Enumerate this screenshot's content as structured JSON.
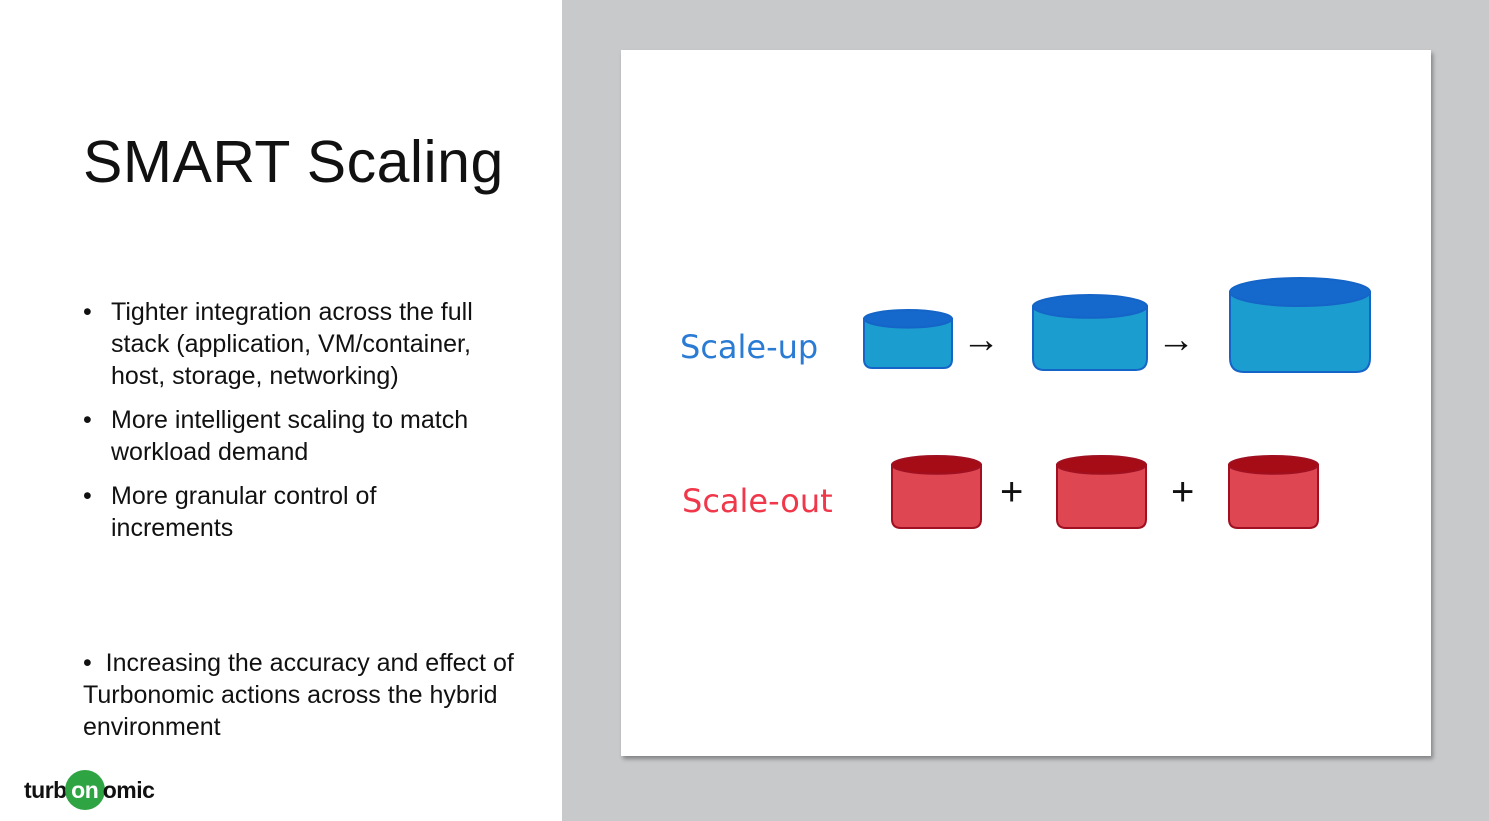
{
  "slide": {
    "title": "SMART Scaling",
    "bullets": [
      "Tighter integration across the full stack (application, VM/container, host, storage, networking)",
      "More intelligent scaling to match workload demand",
      "More granular control of increments"
    ],
    "last_bullet_marker": "•",
    "last_bullet": "Increasing the accuracy and effect of Turbonomic actions across the hybrid environment",
    "logo": {
      "pre": "turb",
      "on": "on",
      "post": "omic"
    }
  },
  "diagram": {
    "scale_up_label": "Scale-up",
    "scale_out_label": "Scale-out",
    "arrow": "→",
    "plus": "+",
    "colors": {
      "blue": "#1c9dd0",
      "blue_top": "#1568cc",
      "red": "#de4651",
      "red_top": "#a50c15",
      "up_text": "#2a7bd4",
      "out_text": "#f0384a"
    }
  }
}
